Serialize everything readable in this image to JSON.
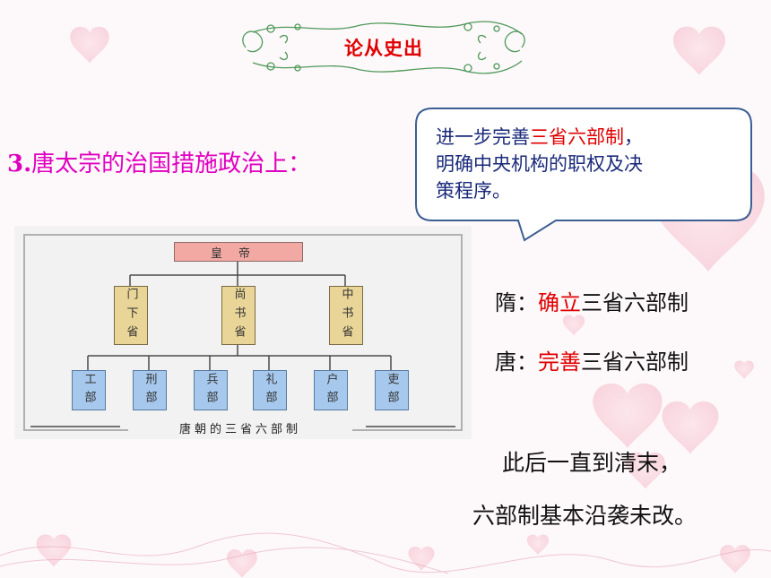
{
  "title": "论从史出",
  "heading": {
    "number": "3.",
    "text": "唐太宗的治国措施政治上："
  },
  "bubble": {
    "line1_prefix": "进一步完善",
    "line1_highlight": "三省六部制",
    "line1_suffix": "，",
    "line2": "明确中央机构的职权及决",
    "line3": "策程序。"
  },
  "diagram": {
    "emperor": "皇帝",
    "provinces": [
      "门下省",
      "尚书省",
      "中书省"
    ],
    "ministries": [
      "工部",
      "刑部",
      "兵部",
      "礼部",
      "户部",
      "吏部"
    ],
    "caption": "唐朝的三省六部制"
  },
  "sui": {
    "dynasty": "隋：",
    "verb": "确立",
    "rest": "三省六部制"
  },
  "tang": {
    "dynasty": "唐：",
    "verb": "完善",
    "rest": "三省六部制"
  },
  "conclusion": {
    "line1": "此后一直到清末，",
    "line2": "六部制基本沿袭未改。"
  },
  "colors": {
    "highlight": "#e00000",
    "heading": "#e000c0",
    "bubble_text": "#1a2a7a",
    "emperor_box": "#f2a9a4",
    "province_box": "#e9d597",
    "ministry_box": "#a5c8ec"
  }
}
